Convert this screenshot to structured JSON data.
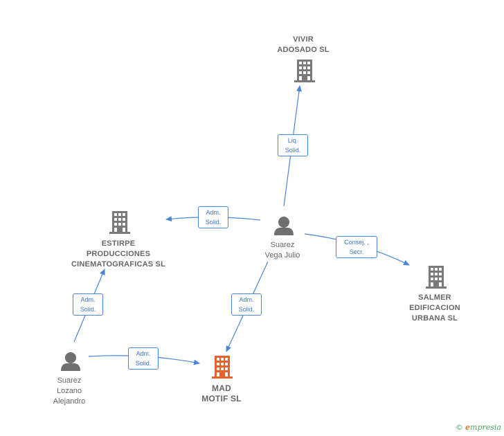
{
  "nodes": {
    "vivir": {
      "line1": "VIVIR",
      "line2": "ADOSADO SL"
    },
    "estirpe": {
      "line1": "ESTIRPE",
      "line2": "PRODUCCIONES",
      "line3": "CINEMATOGRAFICAS SL"
    },
    "salmer": {
      "line1": "SALMER",
      "line2": "EDIFICACION",
      "line3": "URBANA SL"
    },
    "mad": {
      "line1": "MAD",
      "line2": "MOTIF  SL"
    },
    "vega": {
      "line1": "Suarez",
      "line2": "Vega Julio"
    },
    "lozano": {
      "line1": "Suarez",
      "line2": "Lozano",
      "line3": "Alejandro"
    }
  },
  "edges": {
    "vega_vivir": {
      "line1": "Liq.",
      "line2": "Solid."
    },
    "vega_estirpe": {
      "line1": "Adm.",
      "line2": "Solid."
    },
    "vega_salmer": {
      "line1": "Consej. ,",
      "line2": "Secr."
    },
    "vega_mad": {
      "line1": "Adm.",
      "line2": "Solid."
    },
    "lozano_estirpe": {
      "line1": "Adm.",
      "line2": "Solid."
    },
    "lozano_mad": {
      "line1": "Adm.",
      "line2": "Solid."
    }
  },
  "colors": {
    "edge": "#4a86d8",
    "building": "#7a7a7a",
    "main_building": "#e8632b",
    "person": "#6f6f6f"
  },
  "brand": {
    "copyright": "©",
    "initial": "e",
    "rest": "mpresia"
  }
}
